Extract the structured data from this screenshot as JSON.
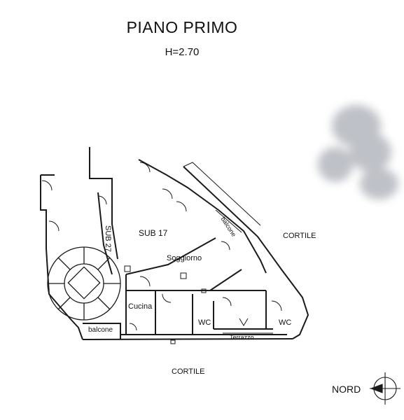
{
  "header": {
    "title": "PIANO PRIMO",
    "height": "H=2.70"
  },
  "rooms": {
    "sub27": "SUB 27",
    "sub17": "SUB 17",
    "soggiorno": "Soggiorno",
    "cucina": "Cucina",
    "wc_left": "WC",
    "wc_right": "WC",
    "balcone_left": "balcone",
    "balcone_right": "balcone",
    "terrazzo": "Terrazzo"
  },
  "courtyards": {
    "right": "CORTILE",
    "bottom": "CORTILE"
  },
  "compass": {
    "label": "NORD",
    "icon": "compass-rose-icon"
  },
  "colors": {
    "line": "#1a1a1a",
    "background": "#ffffff",
    "watermark": "#8a8f9a"
  }
}
